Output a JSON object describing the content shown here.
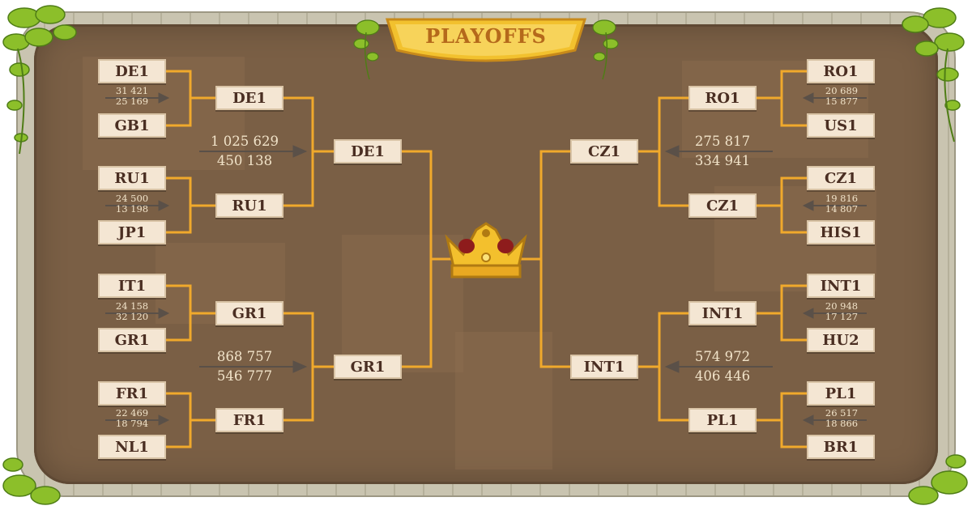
{
  "title": "PLAYOFFS",
  "left_bracket": {
    "round1": [
      {
        "team_a": "DE1",
        "team_b": "GB1",
        "score_a": "31 421",
        "score_b": "25 169"
      },
      {
        "team_a": "RU1",
        "team_b": "JP1",
        "score_a": "24 500",
        "score_b": "13 198"
      },
      {
        "team_a": "IT1",
        "team_b": "GR1",
        "score_a": "24 158",
        "score_b": "32 120"
      },
      {
        "team_a": "FR1",
        "team_b": "NL1",
        "score_a": "22 469",
        "score_b": "18 794"
      }
    ],
    "round2": [
      {
        "team": "DE1"
      },
      {
        "team": "RU1"
      },
      {
        "team": "GR1"
      },
      {
        "team": "FR1"
      }
    ],
    "round2_scores": [
      {
        "score_a": "1 025 629",
        "score_b": "450 138"
      },
      {
        "score_a": "868 757",
        "score_b": "546 777"
      }
    ],
    "semifinal": [
      {
        "team": "DE1"
      },
      {
        "team": "GR1"
      }
    ]
  },
  "right_bracket": {
    "round1": [
      {
        "team_a": "RO1",
        "team_b": "US1",
        "score_a": "20 689",
        "score_b": "15 877"
      },
      {
        "team_a": "CZ1",
        "team_b": "HIS1",
        "score_a": "19 816",
        "score_b": "14 807"
      },
      {
        "team_a": "INT1",
        "team_b": "HU2",
        "score_a": "20 948",
        "score_b": "17 127"
      },
      {
        "team_a": "PL1",
        "team_b": "BR1",
        "score_a": "26 517",
        "score_b": "18 866"
      }
    ],
    "round2": [
      {
        "team": "RO1"
      },
      {
        "team": "CZ1"
      },
      {
        "team": "INT1"
      },
      {
        "team": "PL1"
      }
    ],
    "round2_scores": [
      {
        "score_a": "275 817",
        "score_b": "334 941"
      },
      {
        "score_a": "574 972",
        "score_b": "406 446"
      }
    ],
    "semifinal": [
      {
        "team": "CZ1"
      },
      {
        "team": "INT1"
      }
    ]
  },
  "icons": {
    "trophy": "crown-icon",
    "arrow": "arrow-icon",
    "foliage": "vine-leaf-icon"
  },
  "colors": {
    "board": "#7a5f45",
    "line": "#f0a92c",
    "box": "#f4e6d3",
    "text": "#4a2e22"
  }
}
